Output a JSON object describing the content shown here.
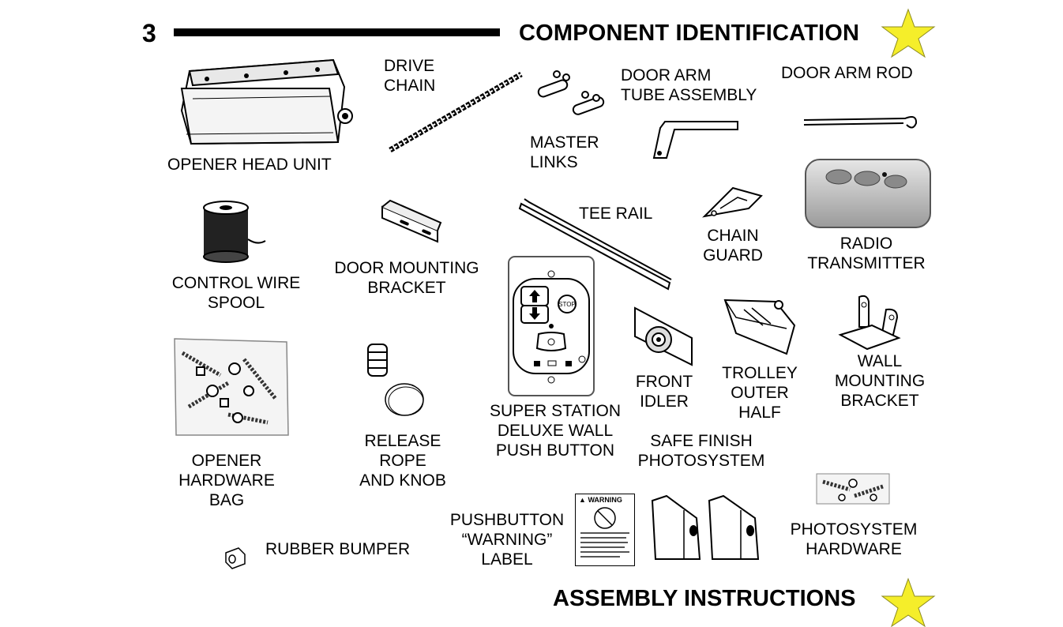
{
  "header": {
    "page_number": "3",
    "title": "COMPONENT IDENTIFICATION",
    "next_section_title": "ASSEMBLY INSTRUCTIONS",
    "star_color": "#f5ee2a"
  },
  "components": {
    "opener_head_unit": "OPENER HEAD UNIT",
    "drive_chain": [
      "DRIVE",
      "CHAIN"
    ],
    "master_links": [
      "MASTER",
      "LINKS"
    ],
    "door_arm_tube": [
      "DOOR ARM",
      "TUBE ASSEMBLY"
    ],
    "door_arm_rod": "DOOR ARM ROD",
    "control_wire_spool": [
      "CONTROL WIRE",
      "SPOOL"
    ],
    "door_mounting_bracket": [
      "DOOR MOUNTING",
      "BRACKET"
    ],
    "tee_rail": "TEE RAIL",
    "chain_guard": [
      "CHAIN",
      "GUARD"
    ],
    "radio_transmitter": [
      "RADIO",
      "TRANSMITTER"
    ],
    "super_station": [
      "SUPER STATION",
      "DELUXE WALL",
      "PUSH BUTTON"
    ],
    "front_idler": [
      "FRONT",
      "IDLER"
    ],
    "trolley_outer_half": [
      "TROLLEY",
      "OUTER",
      "HALF"
    ],
    "wall_mounting_bracket": [
      "WALL",
      "MOUNTING",
      "BRACKET"
    ],
    "opener_hardware_bag": [
      "OPENER",
      "HARDWARE",
      "BAG"
    ],
    "release_rope": [
      "RELEASE",
      "ROPE",
      "AND KNOB"
    ],
    "safe_finish": [
      "SAFE FINISH",
      "PHOTOSYSTEM"
    ],
    "pushbutton_warning": [
      "PUSHBUTTON",
      "“WARNING”",
      "LABEL"
    ],
    "photosystem_hardware": [
      "PHOTOSYSTEM",
      "HARDWARE"
    ],
    "rubber_bumper": "RUBBER BUMPER"
  },
  "warning_label": {
    "heading": "WARNING"
  },
  "push_button_icons": {
    "stop": "STOP"
  }
}
